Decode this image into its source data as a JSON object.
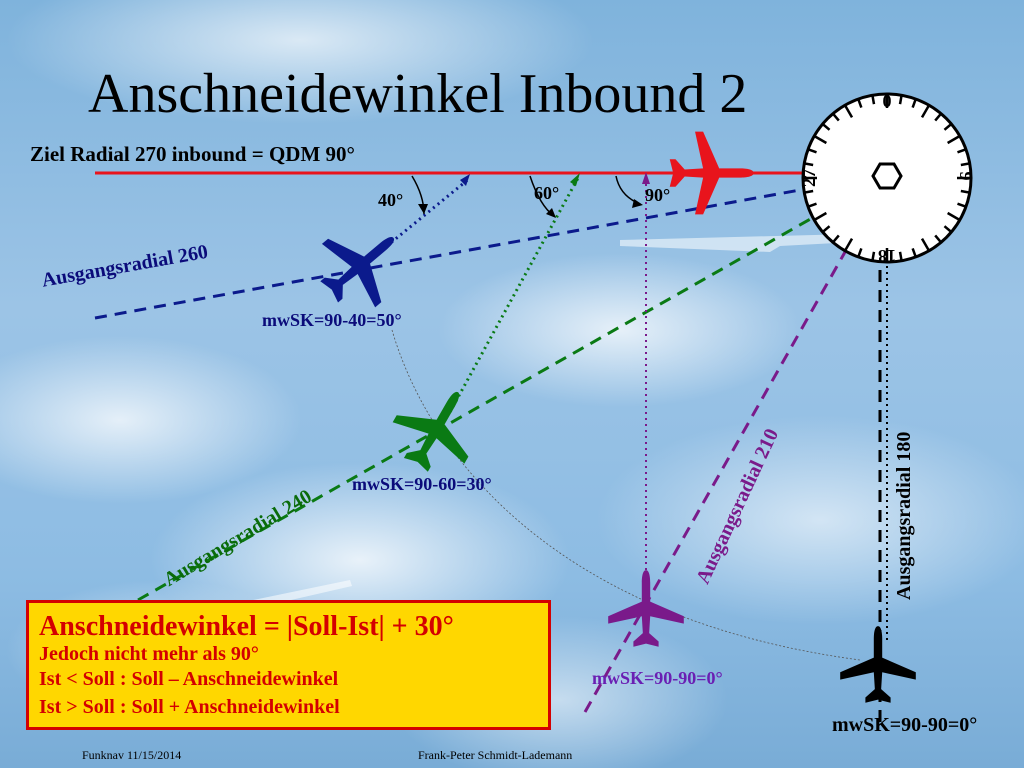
{
  "title": "Anschneidewinkel Inbound 2",
  "ziel_label": "Ziel Radial 270 inbound = QDM 90°",
  "angles": {
    "a40": "40°",
    "a60": "60°",
    "a90": "90°"
  },
  "compass": {
    "n": "0",
    "e": "9",
    "s": "18",
    "w": "27"
  },
  "radials": {
    "r260": "Ausgangsradial  260",
    "r240": "Ausgangsradial  240",
    "r210": "Ausgangsradial  210",
    "r180": "Ausgangsradial  180"
  },
  "headings": {
    "blue": "mwSK=90-40=50°",
    "green": "mwSK=90-60=30°",
    "purple": "mwSK=90-90=0°",
    "black": "mwSK=90-90=0°"
  },
  "formula": {
    "line1": "Anschneidewinkel = |Soll-Ist| + 30°",
    "line2": "Jedoch nicht mehr als 90°",
    "line3": "Ist < Soll : Soll – Anschneidewinkel",
    "line4": "Ist > Soll : Soll + Anschneidewinkel"
  },
  "footer": {
    "left": "Funknav 11/15/2014",
    "right": "Frank-Peter Schmidt-Lademann"
  },
  "colors": {
    "red": "#e8141c",
    "blue": "#0b1a8c",
    "green": "#0a7a14",
    "purple": "#7a1a8a",
    "black": "#000000",
    "formula_bg": "#ffd700"
  },
  "icons": [
    "airplane-icon",
    "compass-icon"
  ]
}
